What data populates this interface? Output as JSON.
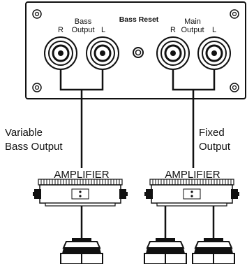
{
  "panel": {
    "bass_output_label_1": "Bass",
    "bass_output_label_2": "Output",
    "bass_reset_label": "Bass Reset",
    "main_output_label_1": "Main",
    "main_output_label_2": "Output",
    "bass_right_label": "R",
    "bass_left_label": "L",
    "main_right_label": "R",
    "main_left_label": "L"
  },
  "labels": {
    "variable_bass_line1": "Variable",
    "variable_bass_line2": "Bass Output",
    "fixed_line1": "Fixed",
    "fixed_line2": "Output"
  },
  "amplifiers": {
    "left_label": "AMPLIFIER",
    "right_label": "AMPLIFIER"
  }
}
